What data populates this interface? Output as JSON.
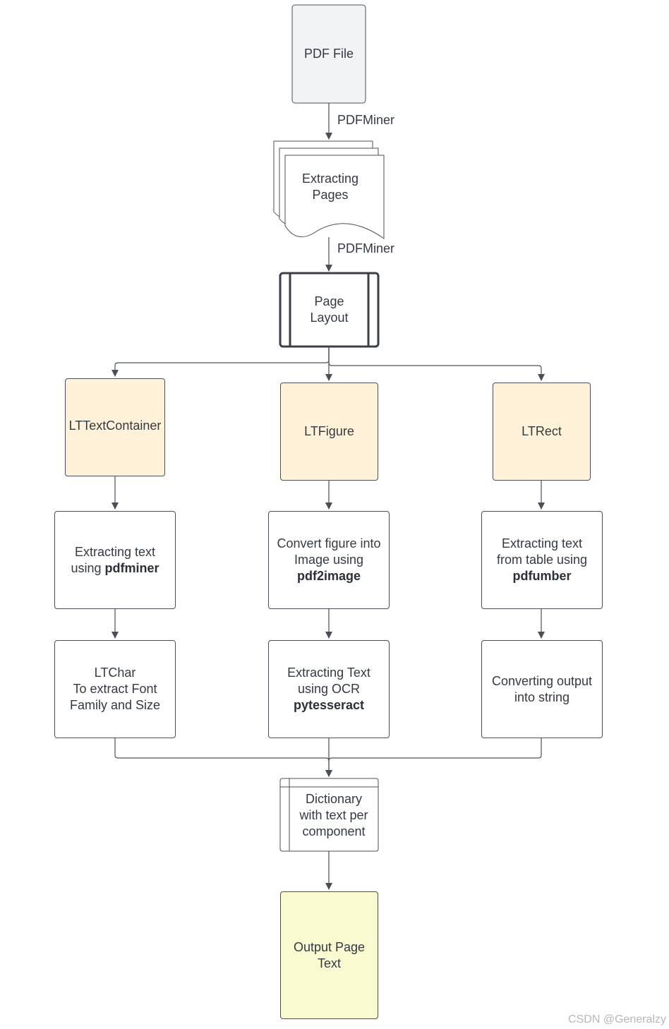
{
  "colors": {
    "line": "#4a4f57",
    "pdf_fill": "#f2f3f5",
    "component_fill": "#fff2d8",
    "output_fill": "#fafad0",
    "default_fill": "#ffffff"
  },
  "labels": {
    "pdfminer_1": "PDFMiner",
    "pdfminer_2": "PDFMiner"
  },
  "nodes": {
    "pdf_file": "PDF File",
    "extracting_pages": [
      "Extracting",
      "Pages"
    ],
    "page_layout": [
      "Page",
      "Layout"
    ],
    "lt_text_container": "LTTextContainer",
    "lt_figure": "LTFigure",
    "lt_rect": "LTRect",
    "extract_text_pdfminer": {
      "line1": "Extracting text",
      "line2_pre": "using ",
      "line2_bold": "pdfminer"
    },
    "convert_figure": {
      "line1": "Convert figure into",
      "line2": "Image using",
      "line3_bold": "pdf2image"
    },
    "extract_table": {
      "line1": "Extracting text",
      "line2": "from table using",
      "line3_bold": "pdfumber"
    },
    "ltchar": [
      "LTChar",
      "To extract Font",
      "Family and Size"
    ],
    "ocr": {
      "line1": "Extracting Text",
      "line2": "using OCR",
      "line3_bold": "pytesseract"
    },
    "convert_output": [
      "Converting output",
      "into string"
    ],
    "dictionary": [
      "Dictionary",
      "with text per",
      "component"
    ],
    "output_page_text": [
      "Output Page",
      "Text"
    ]
  },
  "watermark": "CSDN @Generalzy"
}
